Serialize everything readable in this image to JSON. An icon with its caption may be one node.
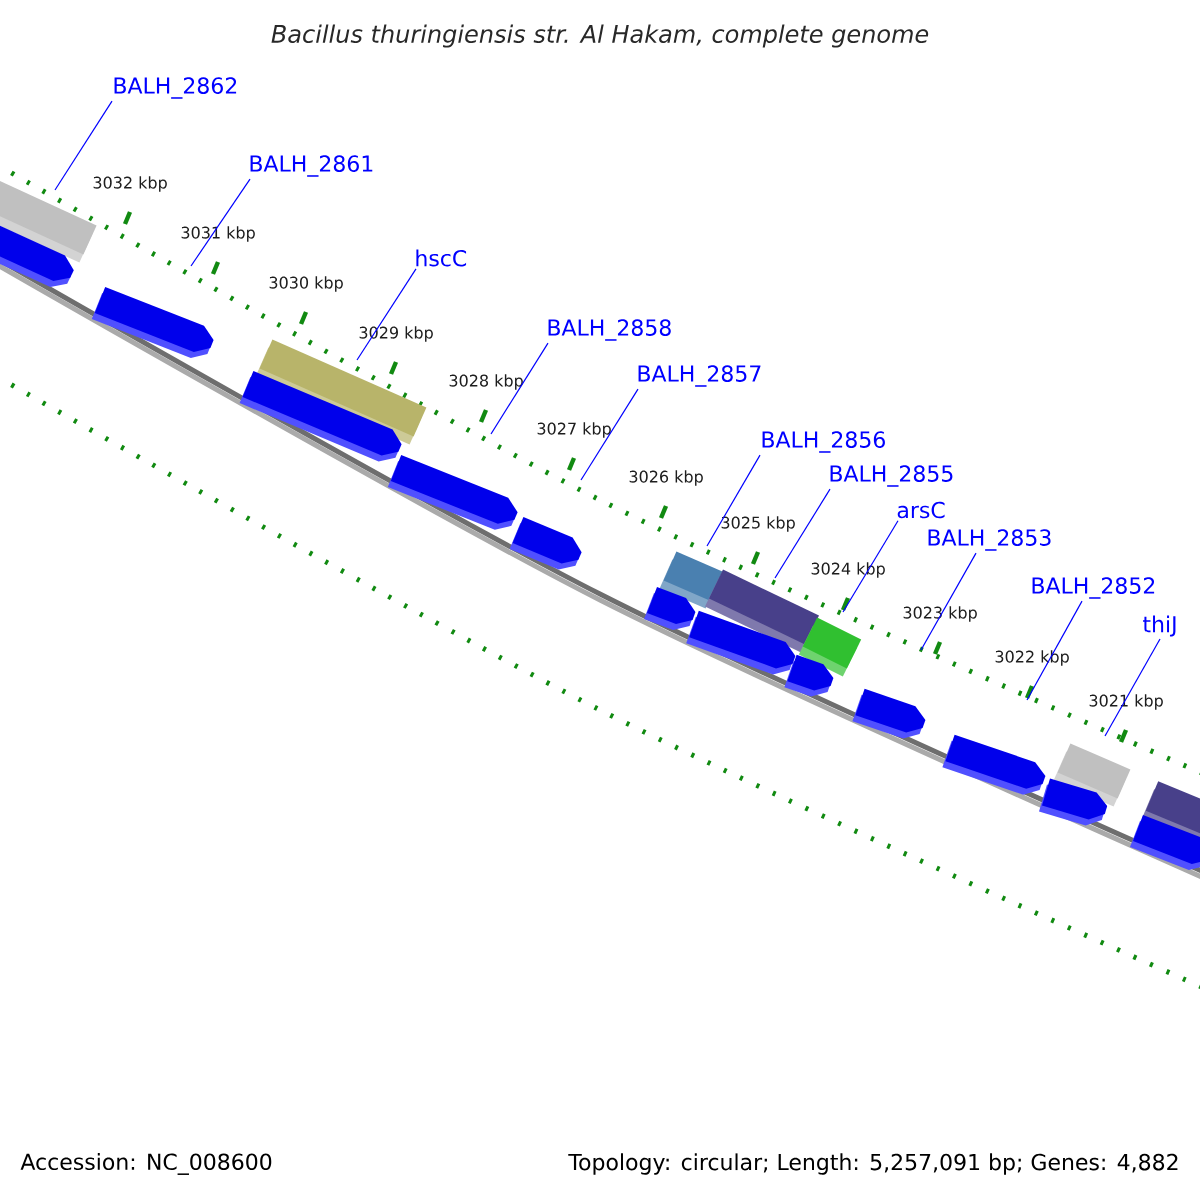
{
  "diagram": {
    "title": "Bacillus thuringiensis str. Al Hakam, complete genome",
    "nodes": [
      {
        "text": [
          "BALH_2862"
        ]
      },
      {
        "text": [
          "BALH_2861"
        ]
      },
      {
        "text": [
          "hscC"
        ]
      },
      {
        "text": [
          "BALH_2858"
        ]
      },
      {
        "text": [
          "BALH_2857"
        ]
      },
      {
        "text": [
          "BALH_2856"
        ]
      },
      {
        "text": [
          "BALH_2855"
        ]
      },
      {
        "text": [
          "arsC"
        ]
      },
      {
        "text": [
          "BALH_2853"
        ]
      },
      {
        "text": [
          "BALH_2852"
        ]
      },
      {
        "text": [
          "thiJ"
        ]
      }
    ],
    "edges": [
      {
        "from": 0,
        "to": null,
        "arrow": "none"
      },
      {
        "from": 1,
        "to": null,
        "arrow": "none"
      },
      {
        "from": 2,
        "to": null,
        "arrow": "none"
      },
      {
        "from": 3,
        "to": null,
        "arrow": "none"
      },
      {
        "from": 4,
        "to": null,
        "arrow": "none"
      },
      {
        "from": 5,
        "to": null,
        "arrow": "none"
      },
      {
        "from": 6,
        "to": null,
        "arrow": "none"
      },
      {
        "from": 7,
        "to": null,
        "arrow": "none"
      },
      {
        "from": 8,
        "to": null,
        "arrow": "none"
      },
      {
        "from": 9,
        "to": null,
        "arrow": "none"
      },
      {
        "from": 10,
        "to": null,
        "arrow": "none"
      }
    ],
    "labels": [
      "3032 kbp",
      "3031 kbp",
      "3030 kbp",
      "3029 kbp",
      "3028 kbp",
      "3027 kbp",
      "3026 kbp",
      "3025 kbp",
      "3024 kbp",
      "3023 kbp",
      "3022 kbp",
      "3021 kbp",
      "Accession: NC_008600",
      "Topology: circular; Length: 5,257,091 bp; Genes: 4,882"
    ]
  }
}
